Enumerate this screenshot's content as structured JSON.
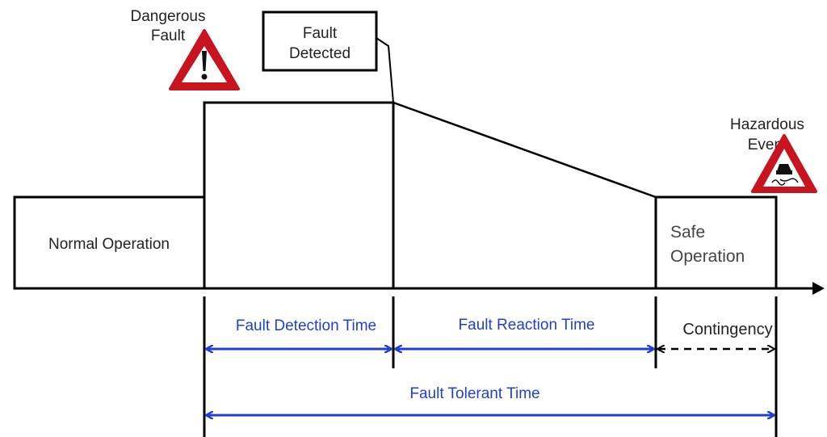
{
  "labels": {
    "dangerous_fault": [
      "Dangerous",
      "Fault"
    ],
    "fault_detected": [
      "Fault",
      "Detected"
    ],
    "hazardous_event": [
      "Hazardous",
      "Event"
    ],
    "normal_operation": "Normal Operation",
    "safe_operation": [
      "Safe",
      "Operation"
    ],
    "fault_detection_time": "Fault Detection Time",
    "fault_reaction_time": "Fault Reaction Time",
    "contingency": "Contingency",
    "fault_tolerant_time": "Fault Tolerant Time"
  },
  "icons": {
    "dangerous_fault": "warning-exclamation-icon",
    "hazardous_event": "slippery-road-icon"
  },
  "colors": {
    "interval_arrows": "#1f3fd0",
    "warning_red": "#c8141e",
    "contingency_arrow": "#000000"
  }
}
